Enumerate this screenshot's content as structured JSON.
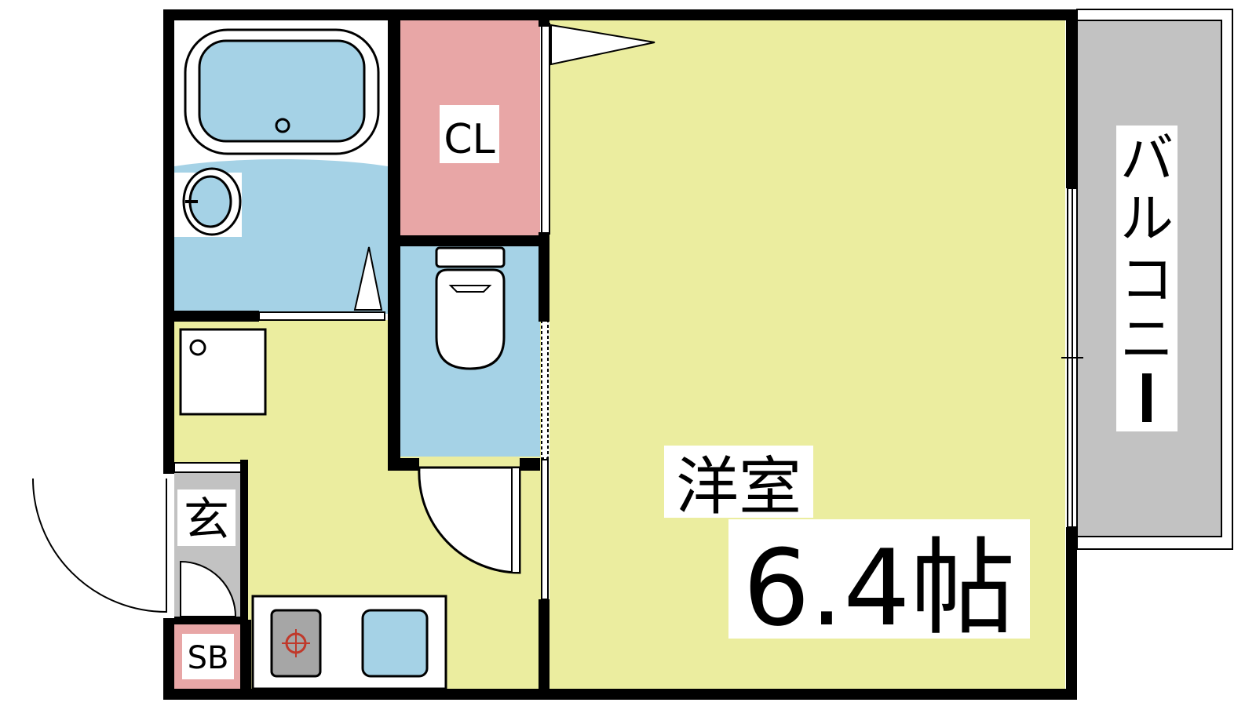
{
  "labels": {
    "closet": "CL",
    "balcony": [
      "バ",
      "ル",
      "コ",
      "ニ",
      "ー"
    ],
    "room_name": "洋室",
    "room_size": "6.4帖",
    "entrance": "玄",
    "shoe_box": "SB"
  },
  "colors": {
    "wall": "#000000",
    "room_floor": "#ebed9f",
    "wet_area": "#a5d2e6",
    "closet": "#e8a6a6",
    "balcony": "#c2c2c2",
    "entrance": "#c2c2c2",
    "stove_top": "#a6a6a6"
  }
}
